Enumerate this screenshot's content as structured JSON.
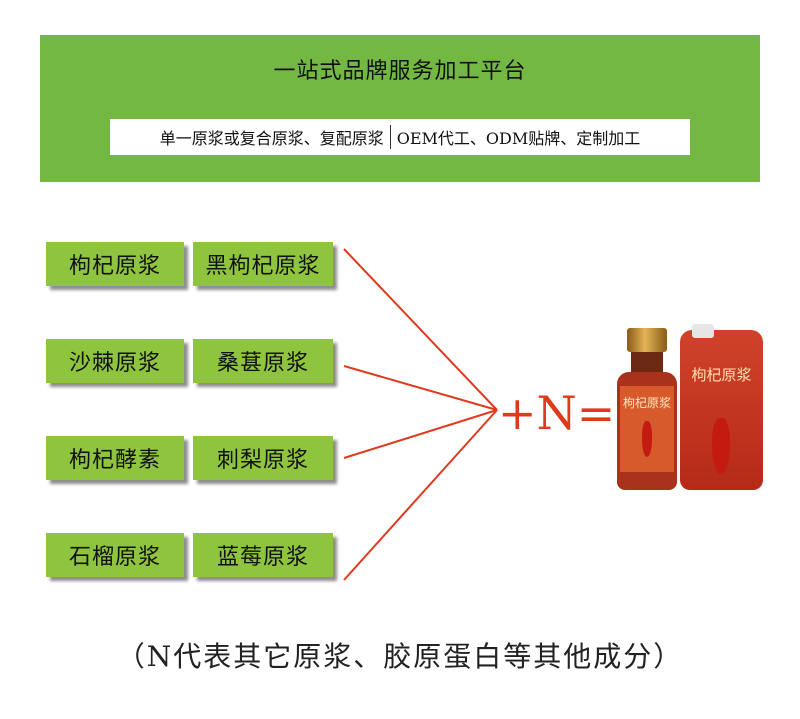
{
  "banner": {
    "title": "一站式品牌服务加工平台",
    "subtitle_left": "单一原浆或复合原浆、复配原浆",
    "subtitle_right": "OEM代工、ODM贴牌、定制加工"
  },
  "ingredients": [
    {
      "left": "枸杞原浆",
      "right": "黑枸杞原浆"
    },
    {
      "left": "沙棘原浆",
      "right": "桑葚原浆"
    },
    {
      "left": "枸杞酵素",
      "right": "刺梨原浆"
    },
    {
      "left": "石榴原浆",
      "right": "蓝莓原浆"
    }
  ],
  "equation": "+N=",
  "products": {
    "bottle_label": "枸杞原浆",
    "pouch_label": "枸杞原浆"
  },
  "footnote": "（N代表其它原浆、胶原蛋白等其他成分）",
  "colors": {
    "banner_green": "#74b844",
    "chip_green": "#8fc43f",
    "line_red": "#e03a1e"
  }
}
